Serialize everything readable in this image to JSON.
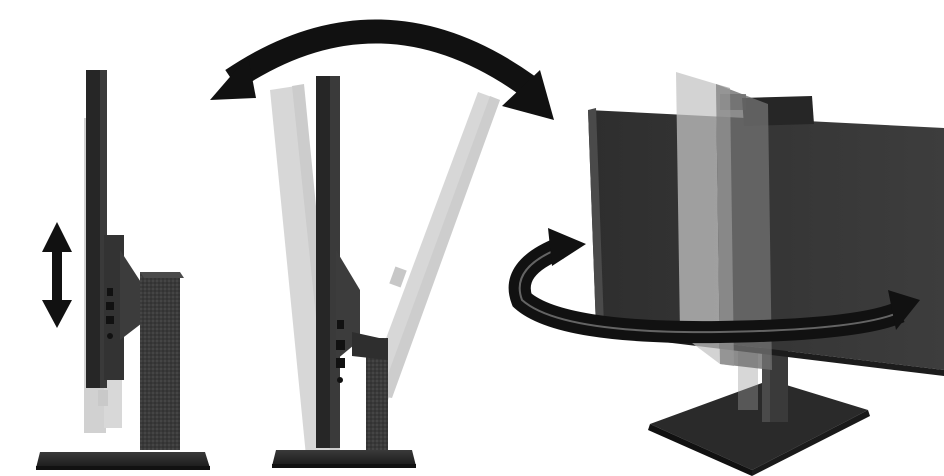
{
  "figure": {
    "panels": [
      {
        "id": "height-adjust",
        "adjustment": "height",
        "arrow": "vertical-double-arrow"
      },
      {
        "id": "tilt-adjust",
        "adjustment": "tilt",
        "arrow": "curved-double-arrow"
      },
      {
        "id": "swivel-adjust",
        "adjustment": "swivel",
        "arrow": "circular-arrow"
      }
    ],
    "colors": {
      "device_dark": "#2b2b2b",
      "device_mid": "#3a3a3a",
      "device_light": "#555555",
      "ghost": "#b8b8b8",
      "ghost_dark": "#a9a9a9",
      "arrow": "#111111",
      "background": "#ffffff"
    }
  }
}
